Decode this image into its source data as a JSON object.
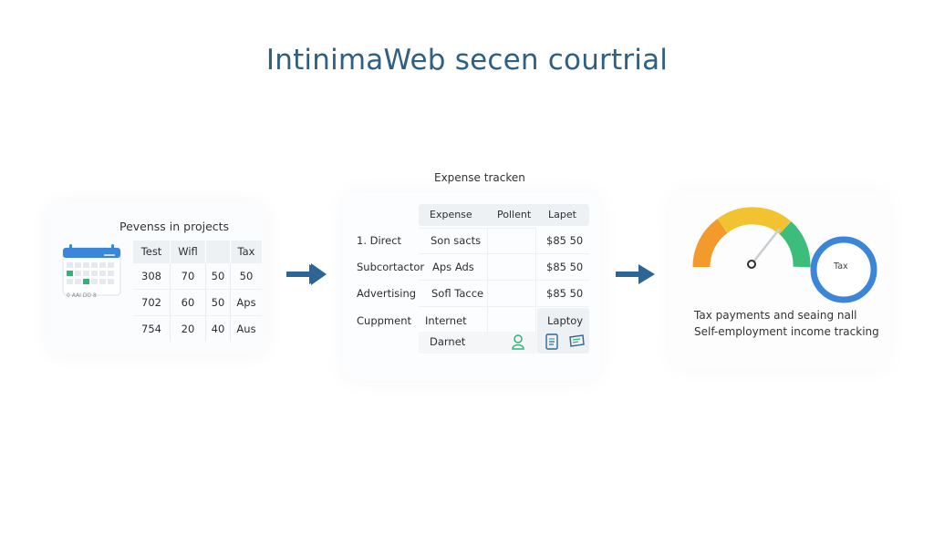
{
  "title": "IntinimaWeb secen courtrial",
  "left": {
    "heading": "Pevenss in projects",
    "calendar_label": "0 AAI DO  8",
    "headers": [
      "Test",
      "Wifl",
      "",
      "Tax"
    ],
    "rows": [
      [
        "308",
        "70",
        "50",
        "50"
      ],
      [
        "702",
        "60",
        "50",
        "Aps"
      ],
      [
        "754",
        "20",
        "40",
        "Aus"
      ]
    ]
  },
  "middle": {
    "caption": "Expense tracken",
    "headers": [
      "Expense",
      "Pollent",
      "Lapet"
    ],
    "rows": [
      {
        "label": "1. Direct",
        "expense": "Son sacts",
        "value": "$85 50"
      },
      {
        "label": "Subcortactor",
        "expense": "Aps Ads",
        "value": "$85 50"
      },
      {
        "label": "Advertising",
        "expense": "Sofl Tacce",
        "value": "$85 50"
      },
      {
        "label": "Cuppment",
        "expense": "Internet",
        "value": "Laptoy"
      }
    ],
    "extra_row": "Darnet",
    "icons": [
      "person-outline-icon",
      "document-icon",
      "ticket-icon"
    ]
  },
  "right": {
    "gauge_colors": [
      "#f39a2c",
      "#f2c231",
      "#3dbd7c"
    ],
    "ring_color": "#3b86d8",
    "ring_label": "Tax",
    "line1": "Tax payments and seaing nall",
    "line2": "Self-employment income tracking"
  },
  "colors": {
    "title": "#2f5f82",
    "arrow": "#2f6594",
    "calendar_header": "#3b86d8",
    "accent_green": "#35b27a"
  }
}
